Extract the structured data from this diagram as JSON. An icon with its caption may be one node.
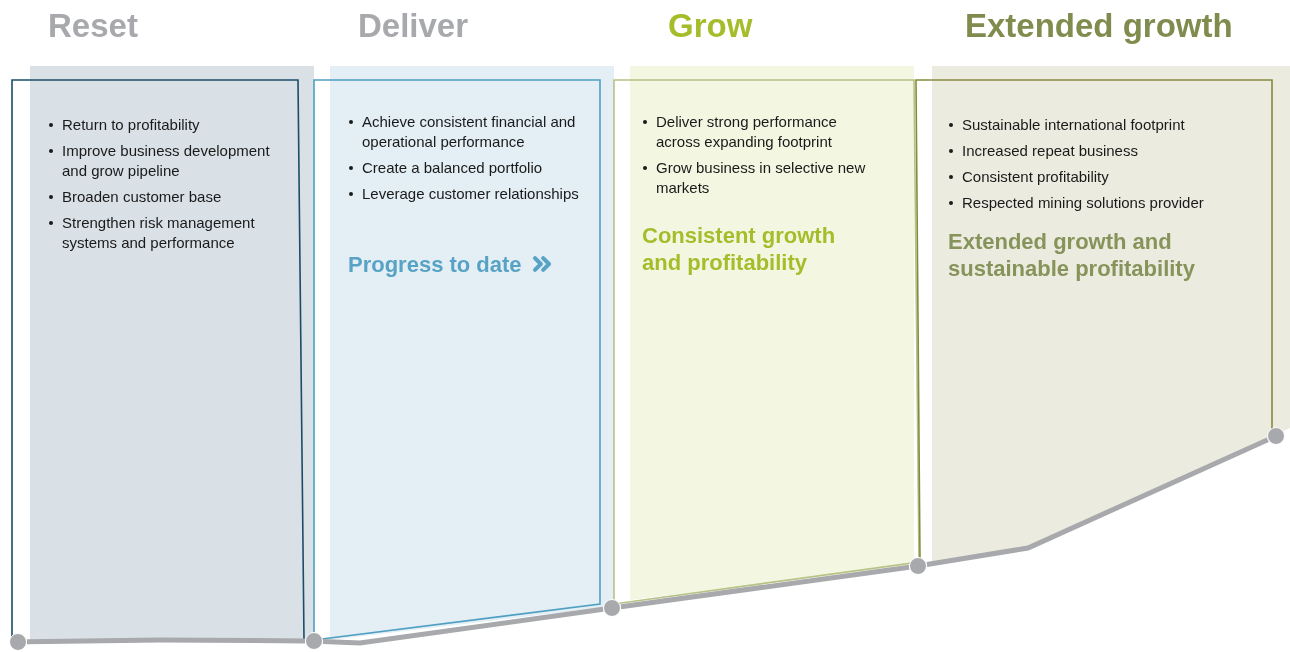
{
  "diagram": {
    "nodes": [
      {
        "text": [
          "Reset",
          "Return to profitability",
          "Improve business development and grow pipeline",
          "Broaden customer base",
          "Strengthen risk management systems and performance"
        ]
      },
      {
        "text": [
          "Deliver",
          "Achieve consistent financial and operational performance",
          "Create a balanced portfolio",
          "Leverage customer relationships",
          "Progress to date"
        ]
      },
      {
        "text": [
          "Grow",
          "Deliver strong performance across expanding footprint",
          "Grow business in selective new markets",
          "Consistent growth and profitability"
        ]
      },
      {
        "text": [
          "Extended growth",
          "Sustainable international footprint",
          "Increased repeat business",
          "Consistent profitability",
          "Respected mining solutions provider",
          "Extended growth and sustainable profitability"
        ]
      },
      {
        "text": [],
        "shape": "circle"
      },
      {
        "text": [],
        "shape": "circle"
      },
      {
        "text": [],
        "shape": "circle"
      },
      {
        "text": [],
        "shape": "circle"
      },
      {
        "text": [],
        "shape": "circle"
      }
    ],
    "edges": [
      {
        "from": 4,
        "to": 5,
        "arrow": "none"
      },
      {
        "from": 5,
        "to": 6,
        "arrow": "none"
      },
      {
        "from": 6,
        "to": 7,
        "arrow": "none"
      },
      {
        "from": 7,
        "to": 8,
        "arrow": "none"
      }
    ]
  }
}
